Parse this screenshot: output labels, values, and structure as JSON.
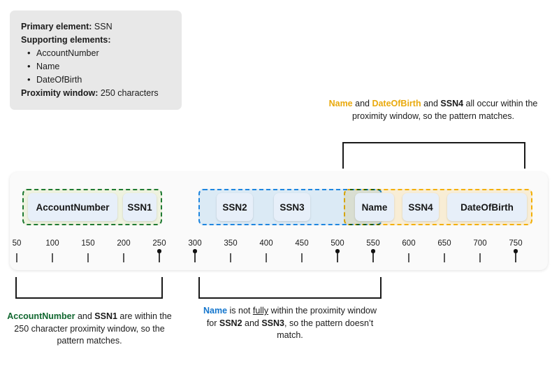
{
  "legend": {
    "primary_label": "Primary element:",
    "primary_value": "SSN",
    "supporting_label": "Supporting elements:",
    "supporting_items": [
      "AccountNumber",
      "Name",
      "DateOfBirth"
    ],
    "proximity_label": "Proximity window:",
    "proximity_value": "250 characters"
  },
  "annotations": {
    "orange": {
      "part1": "Name",
      "part2": " and ",
      "part3": "DateOfBirth",
      "part4": " and ",
      "part5": "SSN4",
      "part6": " all occur within the proximity window, so the pattern matches."
    },
    "green": {
      "part1": "AccountNumber",
      "part2": " and ",
      "part3": "SSN1",
      "part4": " are within the 250 character proximity window, so the pattern matches."
    },
    "blue": {
      "part1": "Name",
      "part2": " is not ",
      "part3": "fully",
      "part4": " within the proximity window for ",
      "part5": "SSN2",
      "part6": " and ",
      "part7": "SSN3",
      "part8": ", so the pattern doesn’t match."
    }
  },
  "timeline": {
    "groups": [
      {
        "name": "green-group",
        "tokens": [
          "AccountNumber",
          "SSN1"
        ]
      },
      {
        "name": "blue-group",
        "tokens": [
          "SSN2",
          "SSN3"
        ]
      },
      {
        "name": "orange-group",
        "tokens": [
          "Name",
          "SSN4",
          "DateOfBirth"
        ]
      }
    ],
    "tokens": [
      "AccountNumber",
      "SSN1",
      "SSN2",
      "SSN3",
      "Name",
      "SSN4",
      "DateOfBirth"
    ],
    "tick_labels": [
      "50",
      "100",
      "150",
      "200",
      "250",
      "300",
      "350",
      "400",
      "450",
      "500",
      "550",
      "600",
      "650",
      "700",
      "750"
    ],
    "pinned_ticks": [
      "250",
      "300",
      "500",
      "550",
      "750"
    ],
    "axis_unit": "characters"
  },
  "colors": {
    "green": "#14632b",
    "blue": "#1178d4",
    "orange": "#e9a90c",
    "token_fill": "#e7eff9",
    "panel_bg": "#fafafa",
    "legend_bg": "#e8e8e8"
  }
}
